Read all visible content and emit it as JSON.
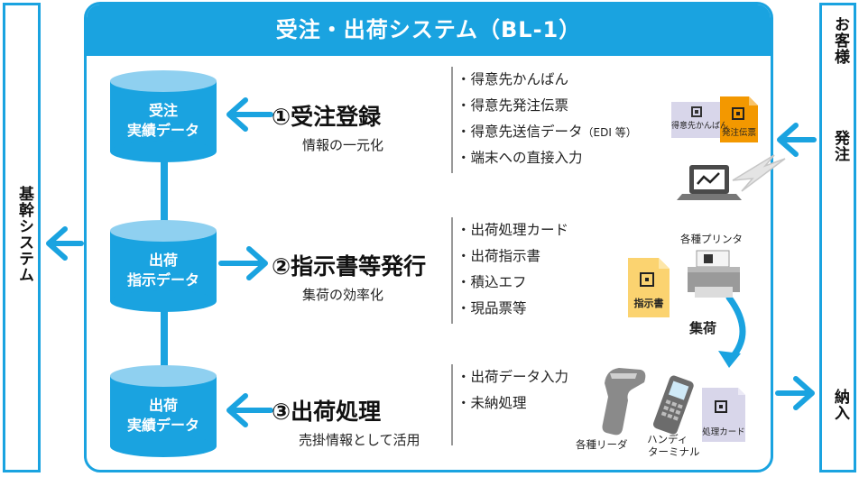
{
  "title": "受注・出荷システム（BL-1）",
  "left_system": "基幹システム",
  "right_top": "お客様",
  "right_order": "発注",
  "right_delivery": "納入",
  "cylinders": [
    {
      "line1": "受注",
      "line2": "実績データ"
    },
    {
      "line1": "出荷",
      "line2": "指示データ"
    },
    {
      "line1": "出荷",
      "line2": "実績データ"
    }
  ],
  "steps": [
    {
      "title": "①受注登録",
      "subtitle": "情報の一元化"
    },
    {
      "title": "②指示書等発行",
      "subtitle": "集荷の効率化"
    },
    {
      "title": "③出荷処理",
      "subtitle": "売掛情報として活用"
    }
  ],
  "bullets1": [
    {
      "text": "・得意先かんばん",
      "note": ""
    },
    {
      "text": "・得意先発注伝票",
      "note": ""
    },
    {
      "text": "・得意先送信データ",
      "note": "（EDI 等）"
    },
    {
      "text": "・端末への直接入力",
      "note": ""
    }
  ],
  "bullets2": [
    "・出荷処理カード",
    "・出荷指示書",
    "・積込エフ",
    "・現品票等"
  ],
  "bullets3": [
    "・出荷データ入力",
    "・未納処理"
  ],
  "doc_kanban": "得意先かんばん",
  "doc_order_slip": "発注伝票",
  "printer_label": "各種プリンタ",
  "doc_instruction": "指示書",
  "collect_label": "集荷",
  "reader_label": "各種リーダ",
  "handy_line1": "ハンディ",
  "handy_line2": "ターミナル",
  "doc_card": "処理カード",
  "colors": {
    "accent": "#1aa3e0",
    "orange": "#f39800",
    "yellow": "#fbd370",
    "lavender": "#d8d6ea"
  }
}
